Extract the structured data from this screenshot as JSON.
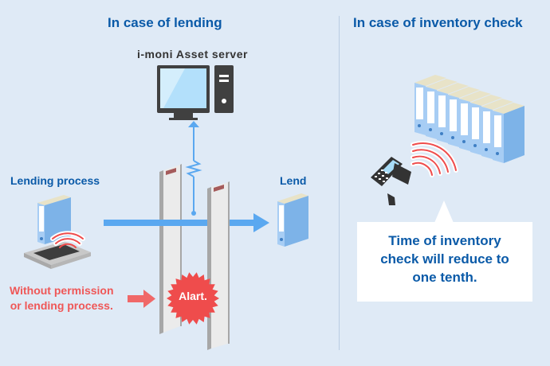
{
  "lending": {
    "title": "In case of lending",
    "server_label": "i-moni Asset server",
    "process_label": "Lending process",
    "lend_label": "Lend",
    "unauthorized_label": [
      "Without permission",
      "or lending process."
    ],
    "alert_label": "Alart."
  },
  "inventory": {
    "title": "In case of inventory check",
    "callout": [
      "Time of inventory",
      "check will reduce to",
      "one tenth."
    ],
    "binder_count": 8
  },
  "colors": {
    "background": "#dfeaf6",
    "title_blue": "#0a5aa8",
    "arrow_blue": "#5aa8f0",
    "alert_red": "#ef4c4c",
    "binder_blue": "#7db3e8"
  }
}
